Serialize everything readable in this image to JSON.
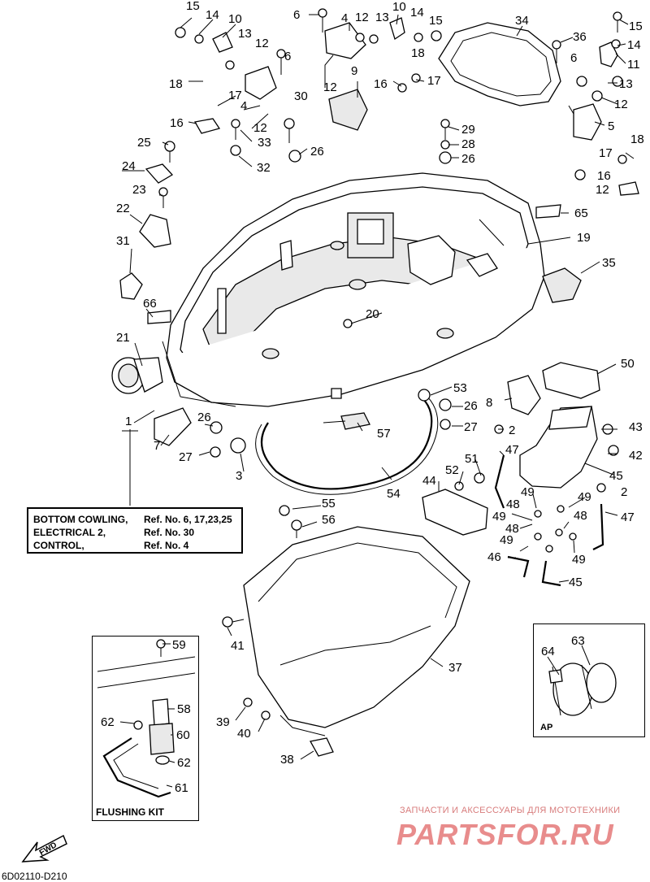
{
  "diagram": {
    "catalog_number": "6D02110-D210",
    "reference_box": {
      "rows": [
        {
          "name": "BOTTOM COWLING,",
          "ref": "Ref. No. 6, 17,23,25"
        },
        {
          "name": "ELECTRICAL 2,",
          "ref": "Ref. No. 30"
        },
        {
          "name": "CONTROL,",
          "ref": "Ref. No. 4"
        }
      ]
    },
    "flushing_kit_label": "FLUSHING KIT",
    "ap_label": "AP",
    "fwd_label": "FWD",
    "watermark": {
      "line1": "ЗАПЧАСТИ И АКСЕССУАРЫ ДЛЯ МОТОТЕХНИКИ",
      "line2": "PARTSFOR.RU"
    },
    "callouts": [
      "1",
      "2",
      "3",
      "4",
      "5",
      "6",
      "7",
      "8",
      "9",
      "10",
      "11",
      "12",
      "13",
      "14",
      "15",
      "16",
      "17",
      "18",
      "19",
      "20",
      "21",
      "22",
      "23",
      "24",
      "25",
      "26",
      "27",
      "28",
      "29",
      "30",
      "31",
      "32",
      "33",
      "34",
      "35",
      "36",
      "37",
      "38",
      "39",
      "40",
      "41",
      "42",
      "43",
      "44",
      "45",
      "46",
      "47",
      "48",
      "49",
      "50",
      "51",
      "52",
      "53",
      "54",
      "55",
      "56",
      "57",
      "58",
      "59",
      "60",
      "61",
      "62",
      "63",
      "64",
      "65",
      "66"
    ]
  }
}
